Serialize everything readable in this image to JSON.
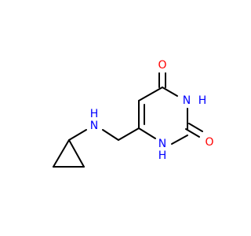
{
  "molecule": {
    "atoms": {
      "oxygen_top": {
        "symbol": "O"
      },
      "nh_ring_right": {
        "symbol": "N",
        "hydrogen": "H"
      },
      "oxygen_right": {
        "symbol": "O"
      },
      "nh_ring_bottom": {
        "symbol": "N",
        "hydrogen": "H"
      },
      "nh_amine": {
        "symbol": "N",
        "hydrogen": "H"
      }
    },
    "colors": {
      "bond": "#000000",
      "oxygen": "#ff0000",
      "nitrogen": "#0000ff"
    }
  }
}
